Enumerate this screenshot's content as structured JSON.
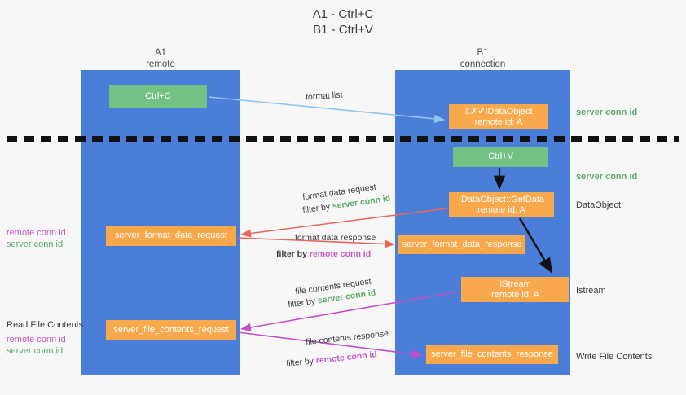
{
  "title": "A1 - Ctrl+C\nB1 - Ctrl+V",
  "lanes": [
    {
      "name": "A1",
      "sub": "remote"
    },
    {
      "name": "B1",
      "sub": "connection"
    }
  ],
  "boxes": {
    "ctrl_c": {
      "label": "Ctrl+C"
    },
    "idataobject": {
      "line1": "ℰ✗✔IDataObject",
      "line2": "remote id: A"
    },
    "ctrl_v": {
      "label": "Ctrl+V"
    },
    "getdata": {
      "line1": "IDataObject::GetData",
      "line2": "remote id: A"
    },
    "server_format_data_request": {
      "label": "server_format_data_request"
    },
    "server_format_data_response": {
      "label": "server_format_data_response"
    },
    "istream": {
      "line1": "IStream",
      "line2": "remote id: A"
    },
    "server_file_contents_request": {
      "label": "server_file_contents_request"
    },
    "server_file_contents_response": {
      "label": "server_file_contents_response"
    }
  },
  "edges": {
    "format_list": "format list",
    "format_data_request": "format data request",
    "format_data_request_filter_prefix": "filter by ",
    "format_data_request_filter_value": "server conn id",
    "format_data_response": "format data response",
    "format_data_response_filter_prefix": "filter by ",
    "format_data_response_filter_value": "remote conn id",
    "file_contents_request": "file contents request",
    "file_contents_request_filter_prefix": "filter by ",
    "file_contents_request_filter_value": "server conn id",
    "file_contents_response": "file contents response",
    "file_contents_response_filter_prefix": "filter by ",
    "file_contents_response_filter_value": "remote conn id"
  },
  "annotations": {
    "server_conn_id_top": "server conn id",
    "server_conn_id_second": "server conn id",
    "dataobject": "DataObject",
    "istream": "Istream",
    "write_file_contents": "Write File Contents",
    "read_file_contents": "Read File Contents",
    "remote_conn_id_a": "remote conn id",
    "server_conn_id_a": "server conn id",
    "remote_conn_id_b": "remote conn id",
    "server_conn_id_b": "server conn id"
  },
  "colors": {
    "lane": "#4a7ed8",
    "green_box": "#73c283",
    "orange_box": "#f9a94c",
    "green_text": "#5aab67",
    "magenta_text": "#c45ac4",
    "arrow_blue": "#8fc5ef",
    "arrow_red": "#e8685d",
    "arrow_magenta": "#c44fc4",
    "arrow_black": "#111111",
    "background": "#f7f7f7"
  }
}
